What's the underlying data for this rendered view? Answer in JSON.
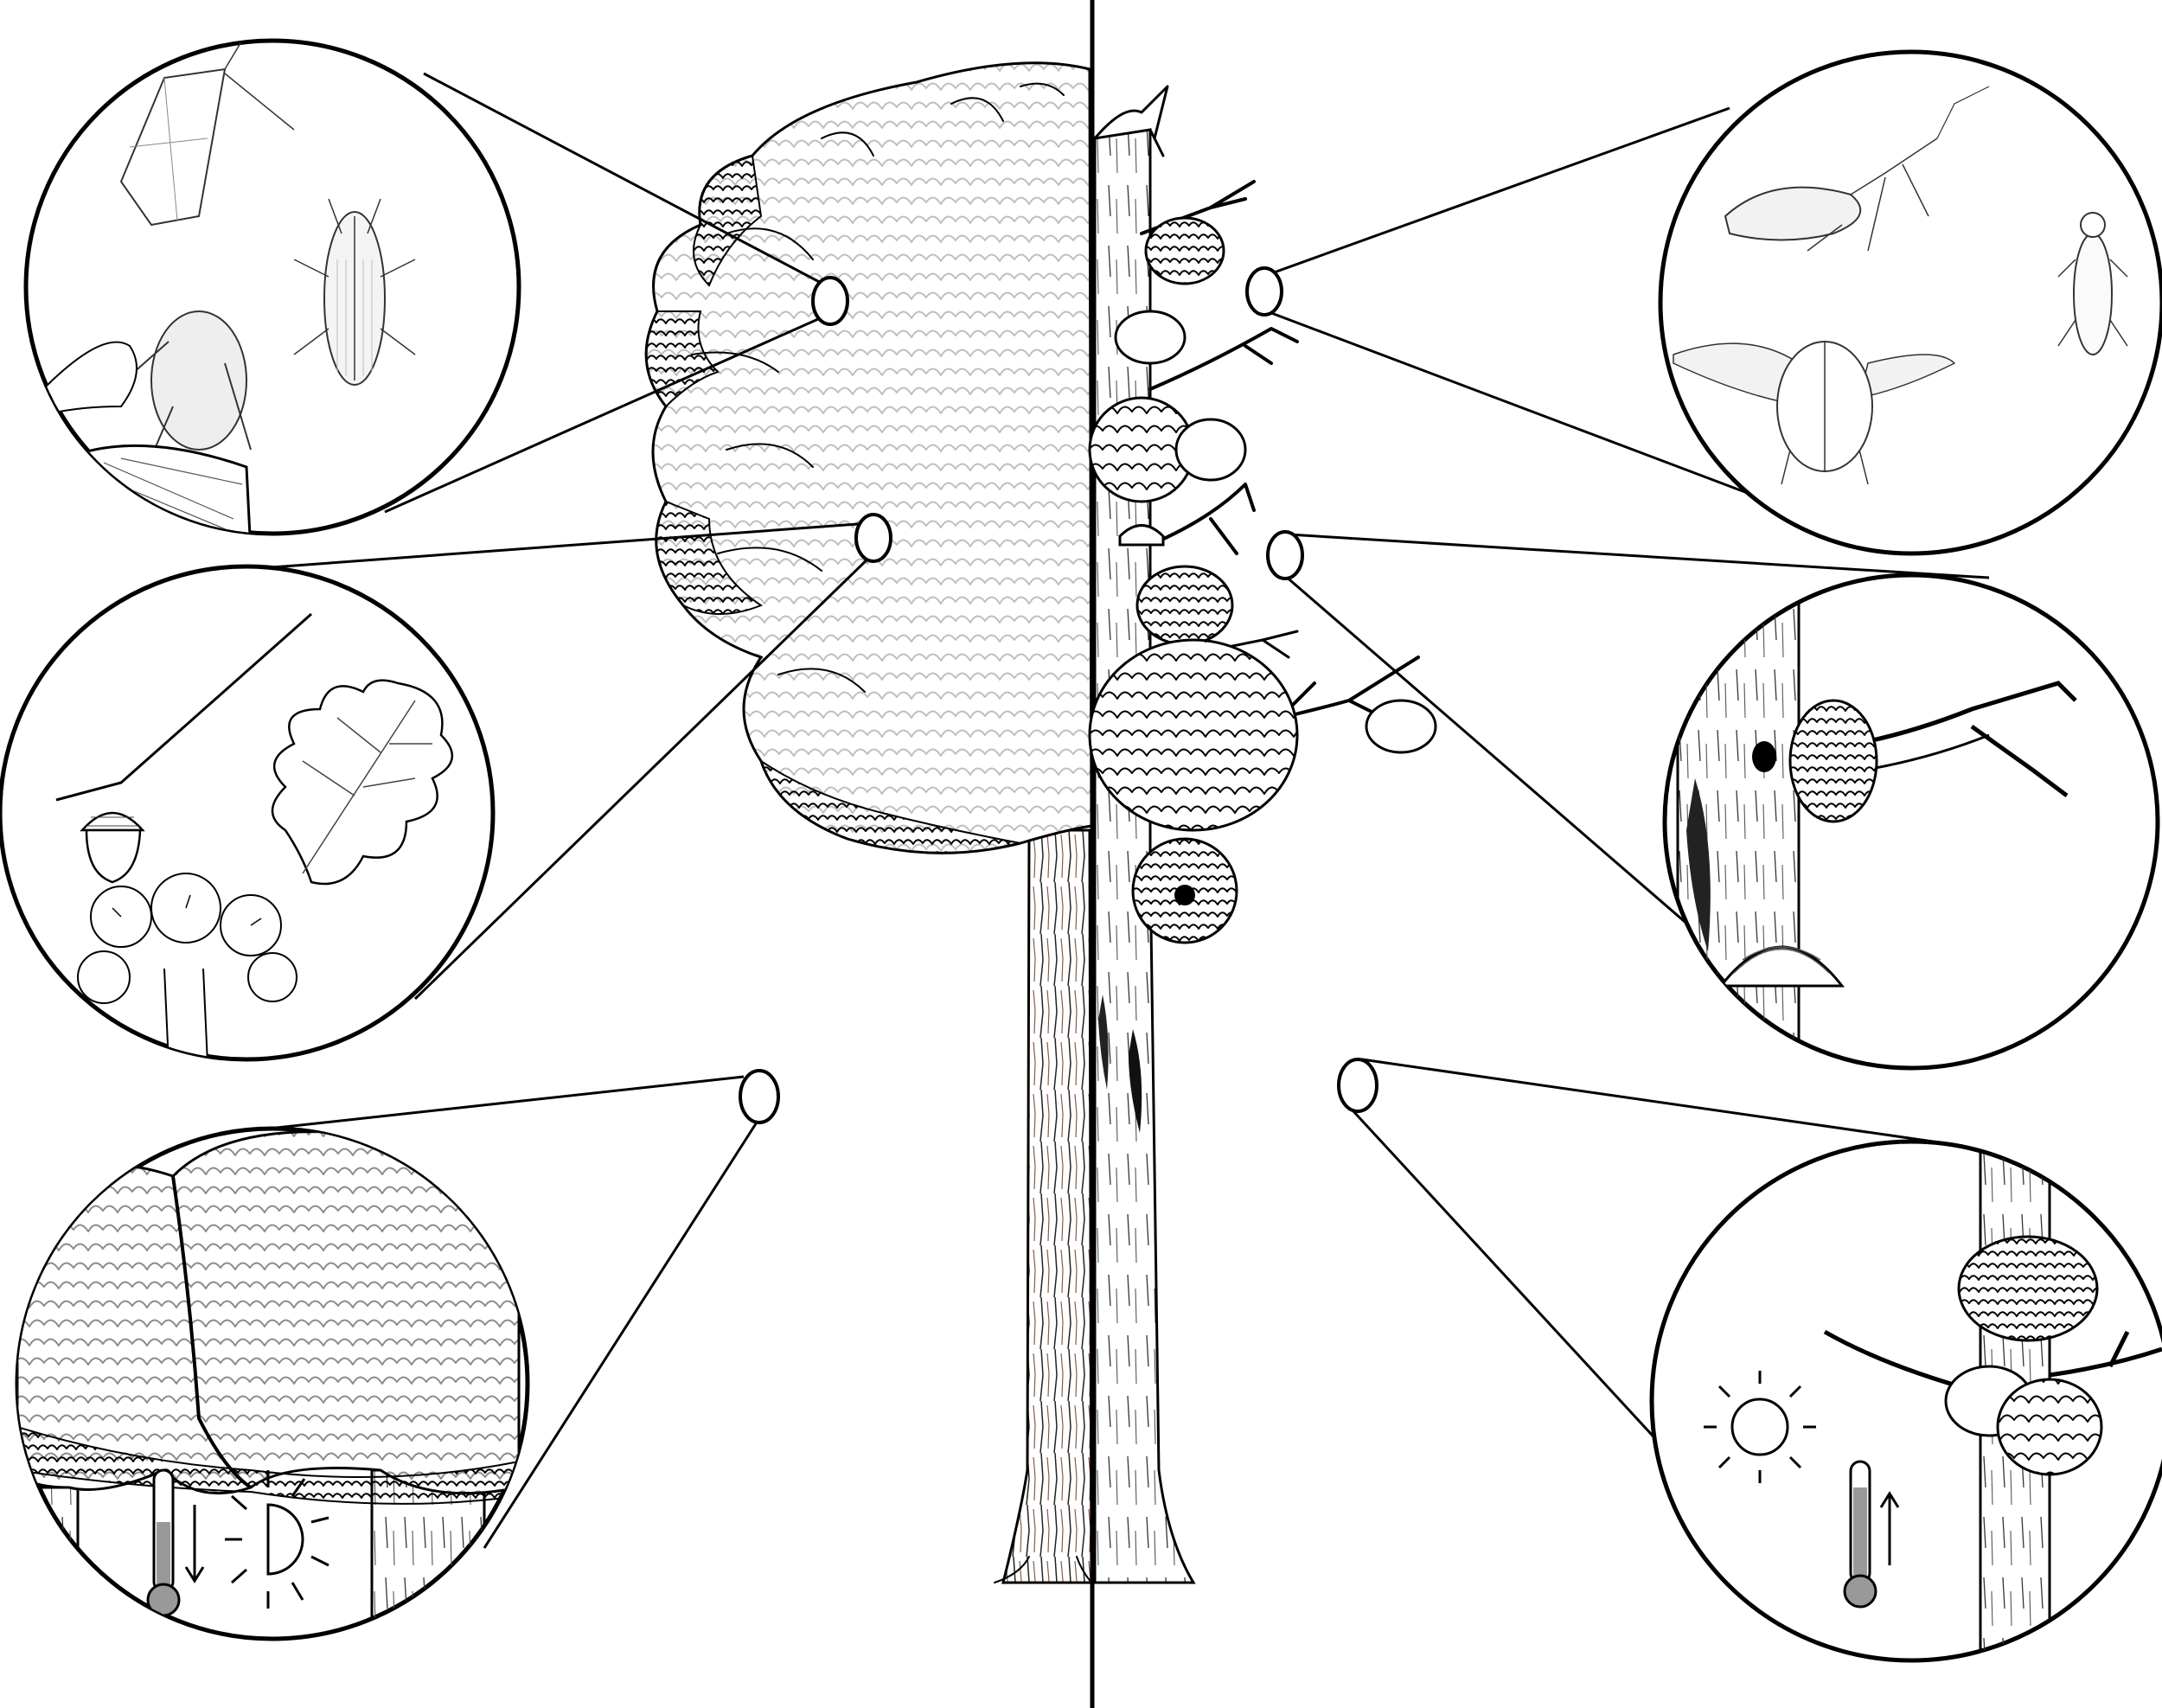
{
  "figure": {
    "background": "#ffffff",
    "ink_color": "#000000",
    "bark_tint": "#8a5a44",
    "shadow_gray": "#9a9a9a",
    "thermometer_fill": "#999999",
    "left_half": {
      "tree": "healthy-oak-full-canopy",
      "insets": [
        {
          "content": [
            "moth",
            "click-beetle",
            "weevil-on-acorn"
          ]
        },
        {
          "content": [
            "acorn",
            "oak-leaf",
            "oak-flowers"
          ]
        },
        {
          "content": [
            "dense-canopy",
            "thermometer-down-icon",
            "half-sun-icon"
          ]
        }
      ]
    },
    "right_half": {
      "tree": "declining-oak-dead-branches",
      "insets": [
        {
          "content": [
            "lacewing",
            "jewel-beetle",
            "chafer-beetle"
          ]
        },
        {
          "content": [
            "dead-branch",
            "woodpecker-hole",
            "bracket-fungus",
            "bleeding-canker"
          ]
        },
        {
          "content": [
            "epicormic-shoots",
            "sun-icon",
            "thermometer-up-icon"
          ]
        }
      ]
    }
  }
}
